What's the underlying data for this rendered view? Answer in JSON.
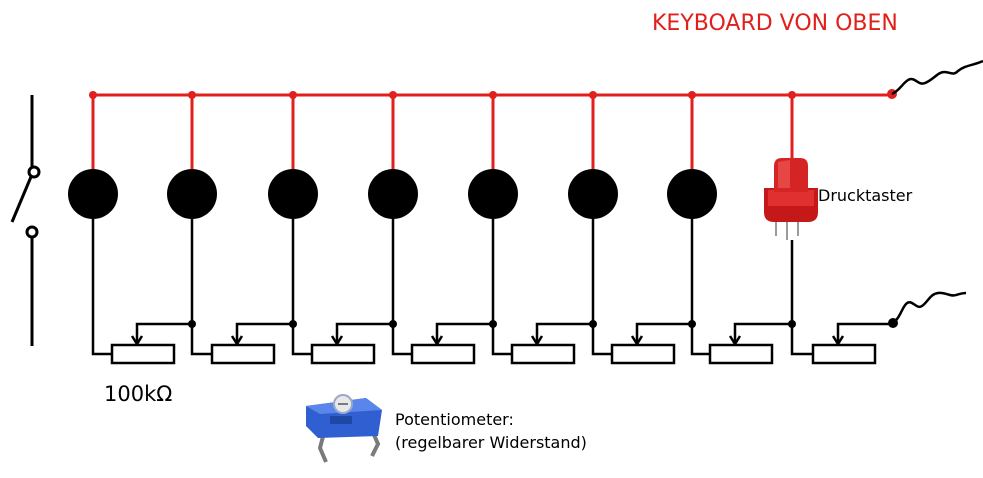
{
  "title": "KEYBOARD VON OBEN",
  "button_label": "Drucktaster",
  "resistor_value": "100kΩ",
  "potentiometer_label_line1": "Potentiometer:",
  "potentiometer_label_line2": "(regelbarer Widerstand)",
  "colors": {
    "title": "#e0201c",
    "red_wire": "#e0201c",
    "wire": "#000000",
    "button_body": "#d62020",
    "trimmer_body": "#2f5fd0"
  },
  "icons": {
    "contact": "black-circle",
    "push_button": "red-pushbutton-icon",
    "trimmer": "blue-trimmer-potentiometer-icon",
    "switch": "open-switch-icon"
  }
}
